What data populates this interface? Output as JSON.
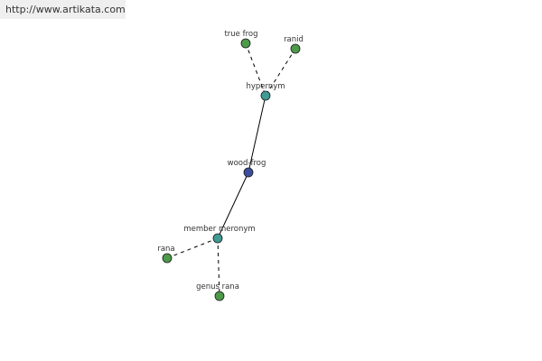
{
  "banner": {
    "url": "http://www.artikata.com"
  },
  "colors": {
    "leaf": "#4c9a4a",
    "relation": "#3f9a94",
    "root": "#3c4e9c",
    "edge": "#000000"
  },
  "graph": {
    "nodes": [
      {
        "id": "true-frog",
        "label": "true frog",
        "kind": "leaf"
      },
      {
        "id": "ranid",
        "label": "ranid",
        "kind": "leaf"
      },
      {
        "id": "hypernym",
        "label": "hypernym",
        "kind": "relation"
      },
      {
        "id": "wood-frog",
        "label": "wood-frog",
        "kind": "root"
      },
      {
        "id": "member-meronym",
        "label": "member meronym",
        "kind": "relation"
      },
      {
        "id": "rana",
        "label": "rana",
        "kind": "leaf"
      },
      {
        "id": "genus-rana",
        "label": "genus rana",
        "kind": "leaf"
      }
    ],
    "edges": [
      {
        "from": "true-frog",
        "to": "hypernym",
        "style": "dashed"
      },
      {
        "from": "ranid",
        "to": "hypernym",
        "style": "dashed"
      },
      {
        "from": "hypernym",
        "to": "wood-frog",
        "style": "solid"
      },
      {
        "from": "wood-frog",
        "to": "member-meronym",
        "style": "solid"
      },
      {
        "from": "member-meronym",
        "to": "rana",
        "style": "dashed"
      },
      {
        "from": "member-meronym",
        "to": "genus-rana",
        "style": "dashed"
      }
    ]
  }
}
